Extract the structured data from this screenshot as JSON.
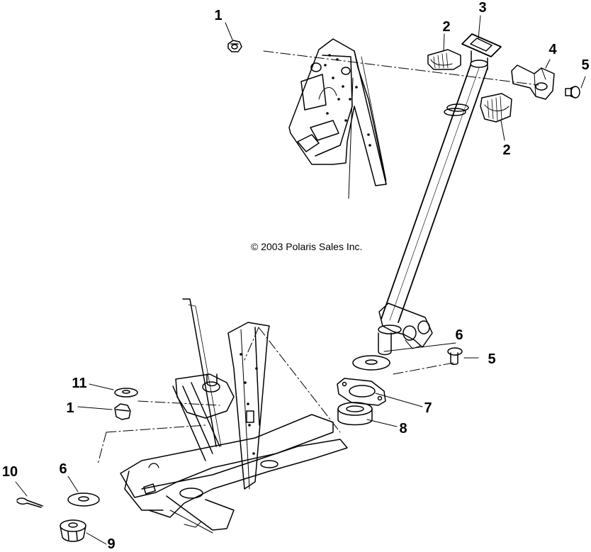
{
  "copyright": "© 2003 Polaris Sales Inc.",
  "callouts": [
    "1",
    "2",
    "3",
    "2",
    "4",
    "5",
    "6",
    "5",
    "11",
    "1",
    "7",
    "8",
    "10",
    "6",
    "9"
  ]
}
